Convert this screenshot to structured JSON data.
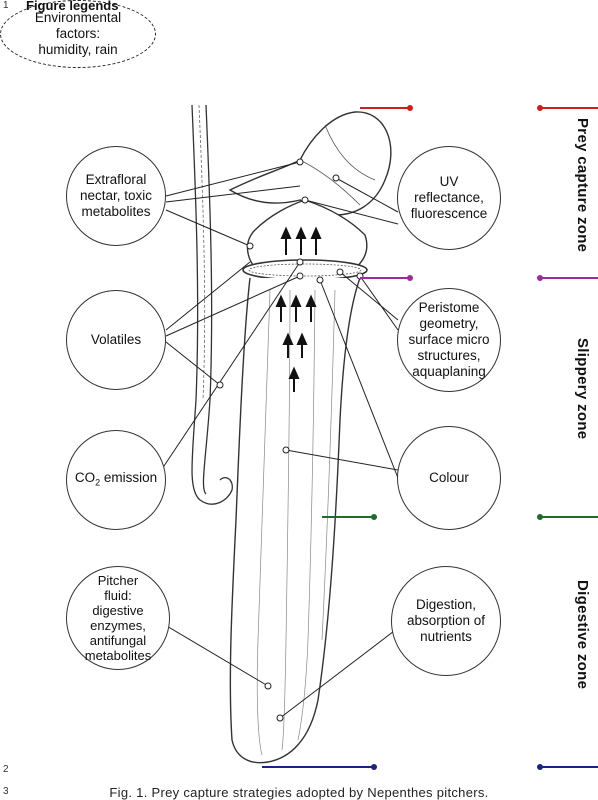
{
  "heading": "Figure legends",
  "line_numbers": [
    "1",
    "2",
    "3"
  ],
  "environment": {
    "line1": "Environmental",
    "line2": "factors:",
    "line3": "humidity, rain"
  },
  "left_circles": {
    "nectar": {
      "line1": "Extrafloral",
      "line2": "nectar, toxic",
      "line3": "metabolites"
    },
    "volatiles": {
      "line1": "Volatiles"
    },
    "co2": {
      "line1": "CO",
      "sub": "2",
      "line1b": " emission"
    },
    "fluid": {
      "line1": "Pitcher",
      "line2": "fluid:",
      "line3": "digestive",
      "line4": "enzymes,",
      "line5": "antifungal",
      "line6": "metabolites"
    }
  },
  "right_circles": {
    "uv": {
      "line1": "UV reflectance,",
      "line2": "fluorescence"
    },
    "peristome": {
      "line1": "Peristome",
      "line2": "geometry,",
      "line3": "surface micro",
      "line4": "structures,",
      "line5": "aquaplaning"
    },
    "colour": {
      "line1": "Colour"
    },
    "digestion": {
      "line1": "Digestion,",
      "line2": "absorption of",
      "line3": "nutrients"
    }
  },
  "zones": {
    "prey_capture": "Prey capture zone",
    "slippery": "Slippery zone",
    "digestive": "Digestive zone"
  },
  "zone_colors": {
    "prey_capture": "#cc1f1f",
    "slippery": "#9b2d9b",
    "digestive": "#1f6b2b",
    "bottom": "#1a237e"
  },
  "caption": "Fig. 1. Prey capture strategies adopted by Nepenthes pitchers."
}
